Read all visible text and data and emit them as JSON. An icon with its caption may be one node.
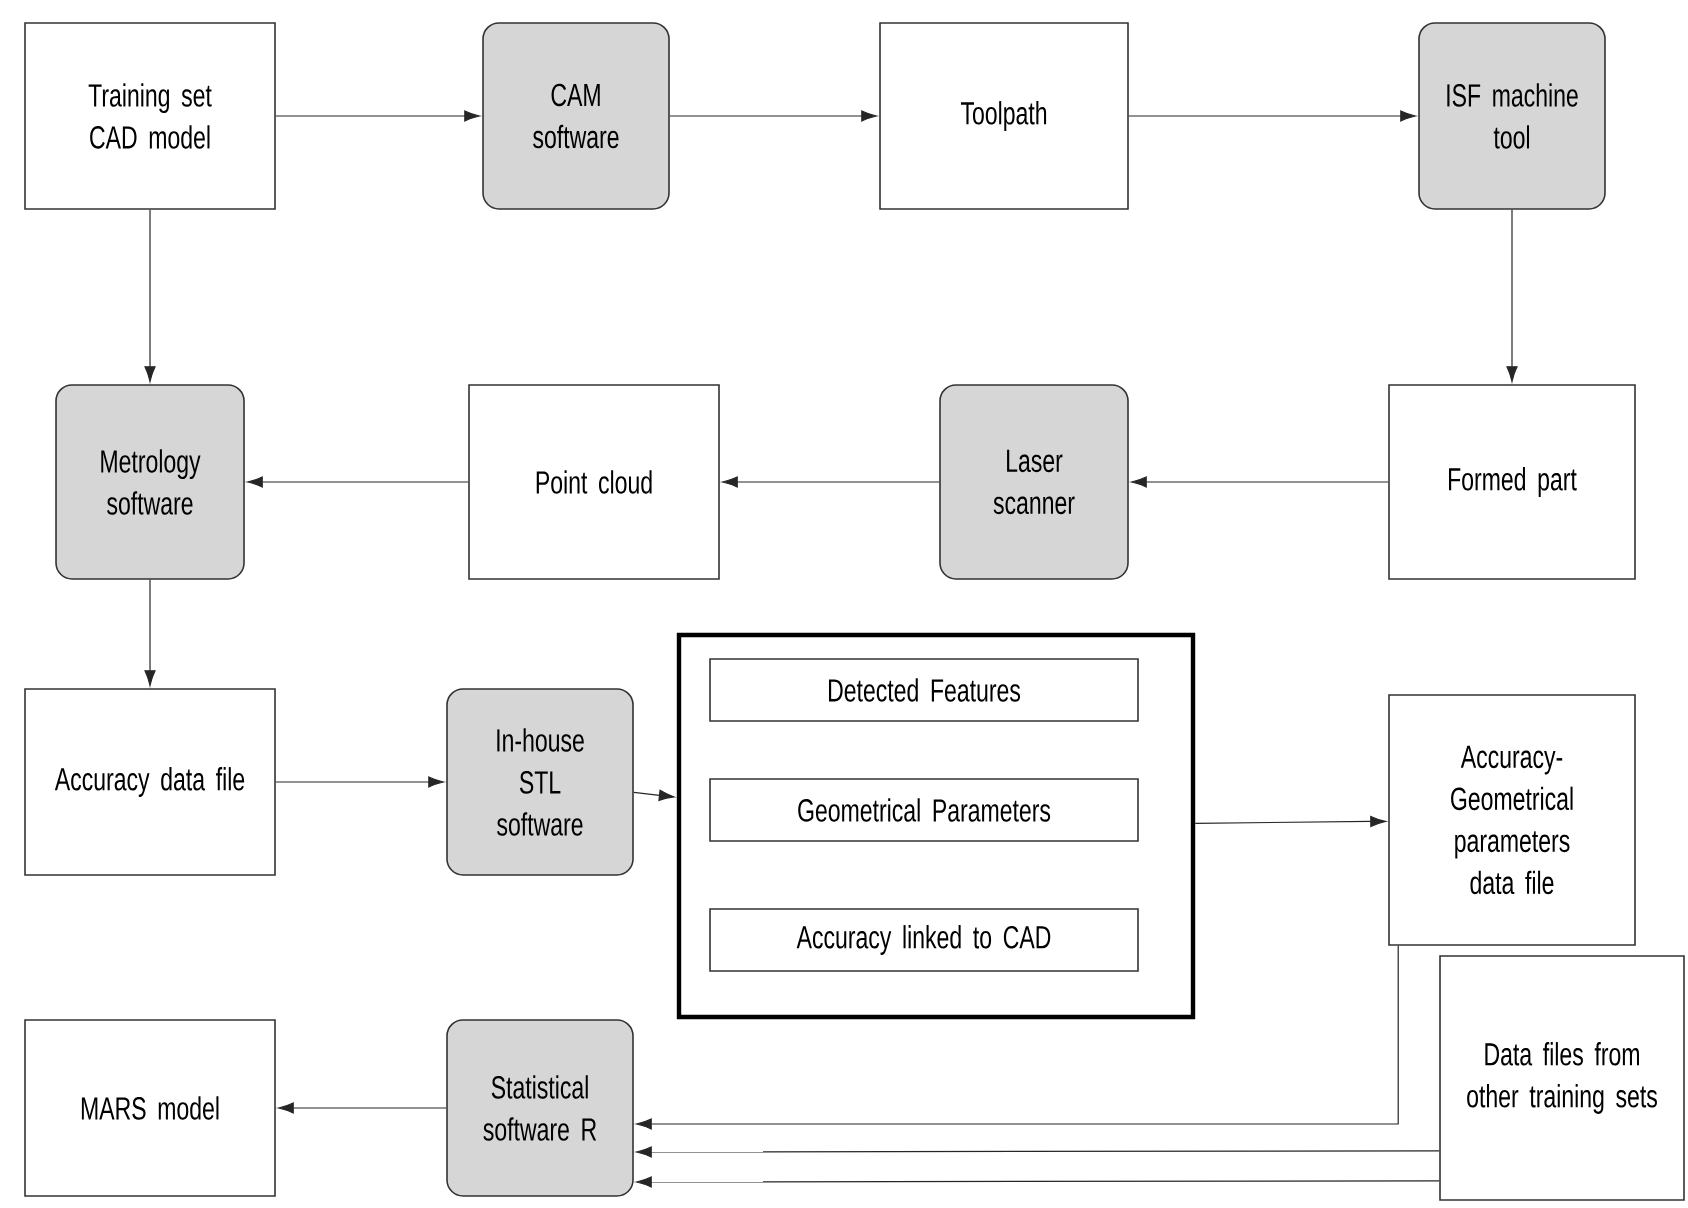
{
  "diagram": {
    "nodes": [
      {
        "text": [
          "Training set CAD model"
        ]
      },
      {
        "text": [
          "CAM software"
        ]
      },
      {
        "text": [
          "Toolpath"
        ]
      },
      {
        "text": [
          "ISF machine tool"
        ]
      },
      {
        "text": [
          "Formed part"
        ]
      },
      {
        "text": [
          "Laser scanner"
        ]
      },
      {
        "text": [
          "Point cloud"
        ]
      },
      {
        "text": [
          "Metrology software"
        ]
      },
      {
        "text": [
          "Accuracy data file"
        ]
      },
      {
        "text": [
          "In-house STL software"
        ]
      },
      {
        "text": [],
        "shape": "box"
      },
      {
        "text": [
          "Detected Features"
        ],
        "in": 10
      },
      {
        "text": [
          "Geometrical Parameters"
        ],
        "in": 10
      },
      {
        "text": [
          "Accuracy linked to CAD"
        ],
        "in": 10
      },
      {
        "text": [
          "Accuracy-Geometrical parameters data file"
        ]
      },
      {
        "text": [
          "Data files from other training sets"
        ]
      },
      {
        "text": [
          "Statistical software R"
        ]
      },
      {
        "text": [
          "MARS model"
        ]
      }
    ],
    "edges": [
      {
        "from": 0,
        "to": 1,
        "arrow": "to"
      },
      {
        "from": 1,
        "to": 2,
        "arrow": "to"
      },
      {
        "from": 2,
        "to": 3,
        "arrow": "to"
      },
      {
        "from": 3,
        "to": 4,
        "arrow": "to"
      },
      {
        "from": 4,
        "to": 5,
        "arrow": "to"
      },
      {
        "from": 5,
        "to": 6,
        "arrow": "to"
      },
      {
        "from": 6,
        "to": 7,
        "arrow": "to"
      },
      {
        "from": 0,
        "to": 7,
        "arrow": "to"
      },
      {
        "from": 7,
        "to": 8,
        "arrow": "to"
      },
      {
        "from": 8,
        "to": 9,
        "arrow": "to"
      },
      {
        "from": 9,
        "to": 10,
        "arrow": "to"
      },
      {
        "from": 10,
        "to": 14,
        "arrow": "to"
      },
      {
        "from": 14,
        "to": 16,
        "arrow": "to"
      },
      {
        "from": 15,
        "to": 16,
        "arrow": "to"
      },
      {
        "from": 15,
        "to": 16,
        "arrow": "to"
      },
      {
        "from": 16,
        "to": 17,
        "arrow": "to"
      }
    ]
  }
}
